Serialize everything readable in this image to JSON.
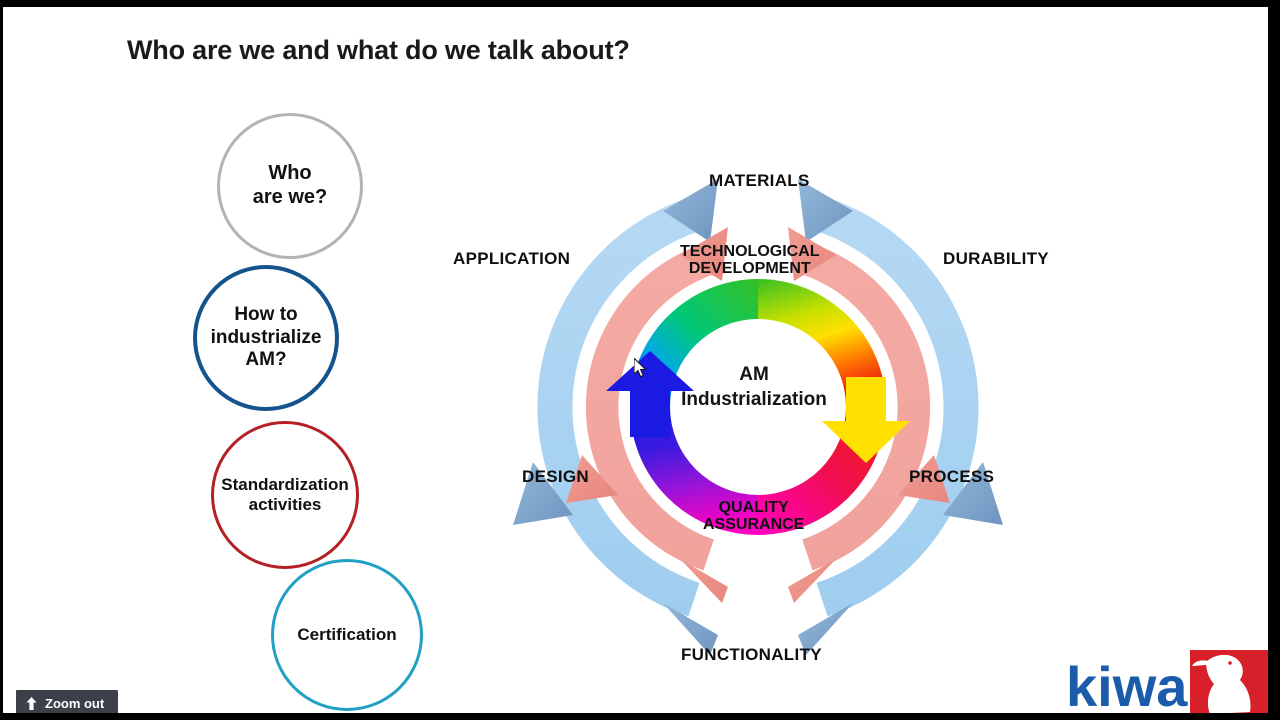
{
  "slide": {
    "title": "Who are we and what do we talk about?",
    "bubbles": [
      {
        "label": "Who\nare we?",
        "color": "#b3b3b3",
        "name": "bubble-who-are-we"
      },
      {
        "label": "How to\nindustrialize\nAM?",
        "color": "#14538c",
        "name": "bubble-how-to-industrialize-am"
      },
      {
        "label": "Standardization\nactivities",
        "color": "#b42025",
        "name": "bubble-standardization-activities"
      },
      {
        "label": "Certification",
        "color": "#22a0c4",
        "name": "bubble-certification"
      }
    ],
    "diagram": {
      "center_label": "AM\nIndustrialization",
      "inner_ring_labels": [
        {
          "key": "technological_development",
          "text": "TECHNOLOGICAL\nDEVELOPMENT"
        },
        {
          "key": "quality_assurance",
          "text": "QUALITY\nASSURANCE"
        }
      ],
      "middle_ring_label": "MATERIALS",
      "outer_ring_labels": {
        "application": "APPLICATION",
        "durability": "DURABILITY",
        "design": "DESIGN",
        "process": "PROCESS",
        "functionality": "FUNCTIONALITY"
      },
      "colors": {
        "outer_ring": "#a9d3f0",
        "middle_ring": "#f2a8a2",
        "inner_ring_start": "#1919e0",
        "inner_ring_cyan": "#00c8e0",
        "inner_ring_green": "#1eb33c",
        "inner_ring_yellow": "#ffe000",
        "inner_ring_orange": "#ff7a00",
        "inner_ring_red": "#e81414",
        "inner_ring_magenta": "#ff00c8",
        "inner_ring_purple": "#7a14d2"
      }
    },
    "logo": {
      "wordmark": "kiwa",
      "wordmark_color": "#1a5cab",
      "badge_color": "#d8202a"
    }
  },
  "controls": {
    "zoom_out_label": "Zoom out"
  }
}
